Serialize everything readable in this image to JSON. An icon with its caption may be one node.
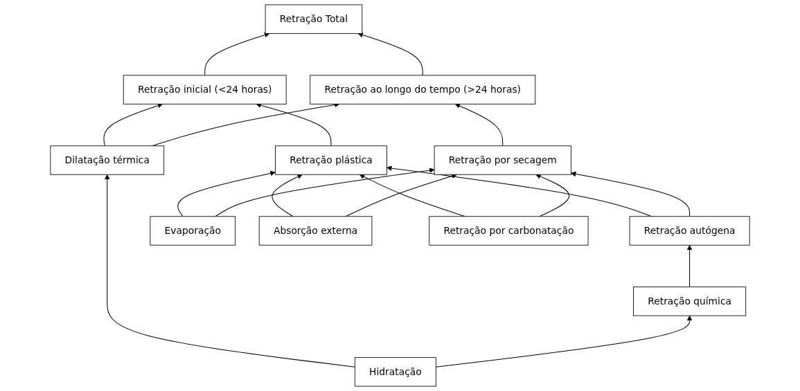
{
  "diagram": {
    "nodes": [
      {
        "text": [
          "Retração Total"
        ]
      },
      {
        "text": [
          "Retração inicial (<24 horas)"
        ]
      },
      {
        "text": [
          "Retração ao longo do tempo (>24 horas)"
        ]
      },
      {
        "text": [
          "Retração plástica"
        ]
      },
      {
        "text": [
          "Dilatação térmica"
        ]
      },
      {
        "text": [
          "Retração por secagem"
        ]
      },
      {
        "text": [
          "Retração autógena"
        ]
      },
      {
        "text": [
          "Evaporação"
        ]
      },
      {
        "text": [
          "Absorção externa"
        ]
      },
      {
        "text": [
          "Retração por carbonatação"
        ]
      },
      {
        "text": [
          "Retração química"
        ]
      },
      {
        "text": [
          "Hidratação"
        ]
      }
    ],
    "edges": [
      {
        "from": 1,
        "to": 0,
        "arrow": "to"
      },
      {
        "from": 2,
        "to": 0,
        "arrow": "to"
      },
      {
        "from": 3,
        "to": 1,
        "arrow": "to"
      },
      {
        "from": 4,
        "to": 1,
        "arrow": "to"
      },
      {
        "from": 4,
        "to": 2,
        "arrow": "to"
      },
      {
        "from": 5,
        "to": 2,
        "arrow": "to"
      },
      {
        "from": 6,
        "to": 3,
        "arrow": "to"
      },
      {
        "from": 6,
        "to": 5,
        "arrow": "to"
      },
      {
        "from": 7,
        "to": 3,
        "arrow": "to"
      },
      {
        "from": 7,
        "to": 5,
        "arrow": "to"
      },
      {
        "from": 8,
        "to": 3,
        "arrow": "to"
      },
      {
        "from": 8,
        "to": 5,
        "arrow": "to"
      },
      {
        "from": 9,
        "to": 3,
        "arrow": "to"
      },
      {
        "from": 9,
        "to": 5,
        "arrow": "to"
      },
      {
        "from": 11,
        "to": 4,
        "arrow": "to"
      },
      {
        "from": 10,
        "to": 6,
        "arrow": "to"
      },
      {
        "from": 11,
        "to": 10,
        "arrow": "to"
      }
    ]
  }
}
